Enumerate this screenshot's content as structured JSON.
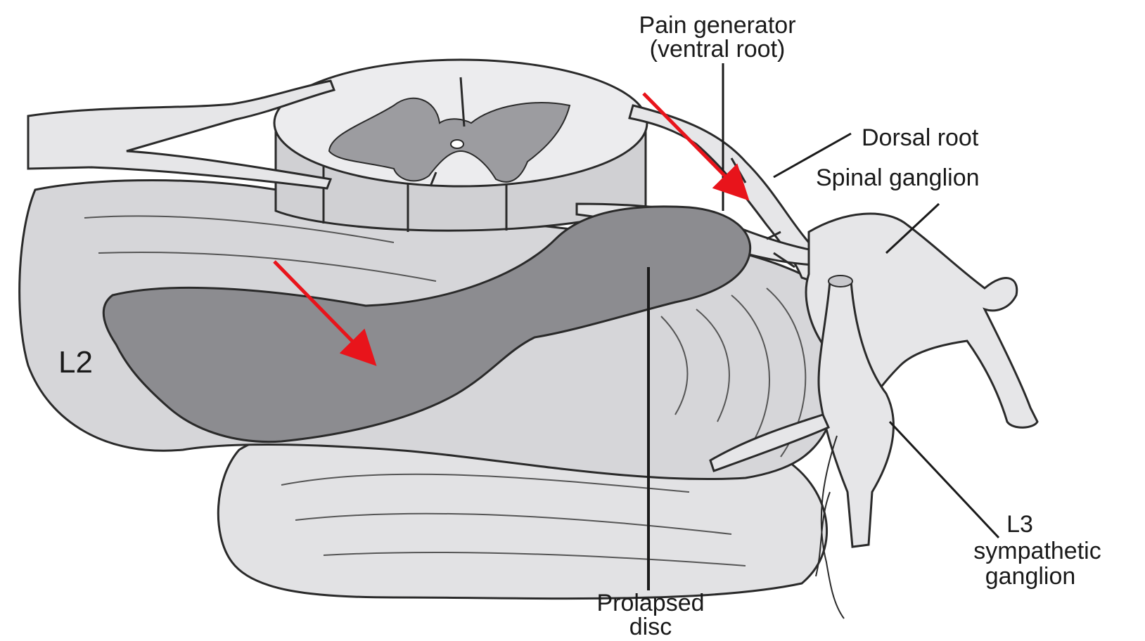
{
  "labels": {
    "pain_generator": "Pain generator",
    "ventral_root": "(ventral root)",
    "dorsal_root": "Dorsal root",
    "spinal_ganglion": "Spinal ganglion",
    "l2": "L2",
    "l3": "L3",
    "sympathetic": "sympathetic",
    "ganglion": "ganglion",
    "prolapsed": "Prolapsed",
    "disc": "disc"
  },
  "colors": {
    "arrow": "#e8141b",
    "tissue_light": "#e6e6e8",
    "tissue_mid": "#cfcfd2",
    "prolapse": "#8c8c90",
    "grey_matter": "#9c9ca0",
    "outline": "#2a2a2a"
  }
}
